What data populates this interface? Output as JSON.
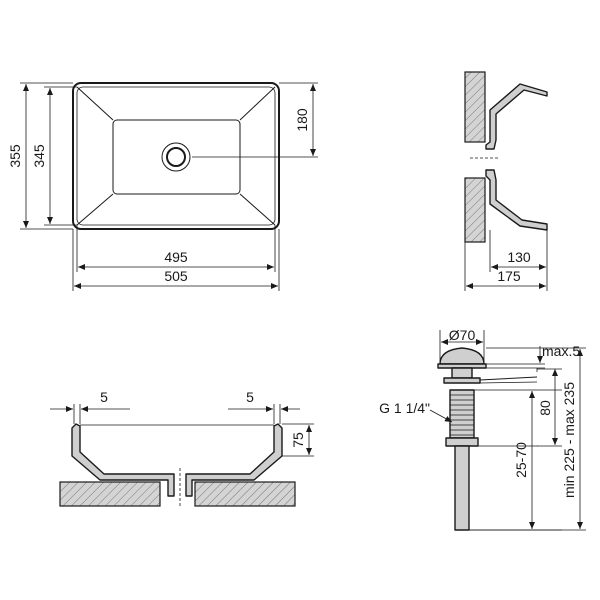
{
  "views": {
    "top": {
      "dims": {
        "total_height": "355",
        "inner_height": "345",
        "drain_offset": "180",
        "inner_width": "495",
        "total_width": "505"
      }
    },
    "side": {
      "dims": {
        "rim_to_outlet": "130",
        "total_depth": "175"
      }
    },
    "front": {
      "dims": {
        "left_rim": "5",
        "right_rim": "5",
        "bowl_height": "75"
      }
    },
    "drain": {
      "dims": {
        "cap_diameter": "Ø70",
        "cap_max": "max.5",
        "thread": "G 1 1/4\"",
        "body_height": "80",
        "thread_range": "25-70",
        "total_range": "min 225 - max 235"
      }
    }
  },
  "colors": {
    "line": "#1a1a1a",
    "fill": "#cfcfcf"
  }
}
